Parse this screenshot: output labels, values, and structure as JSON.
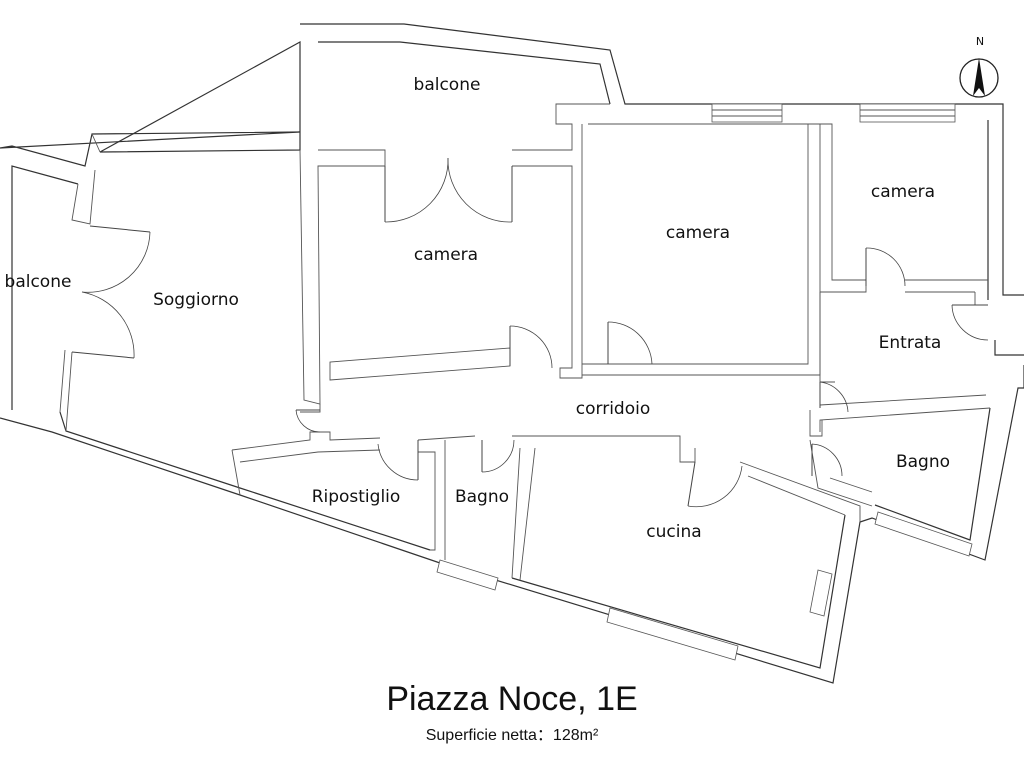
{
  "plan": {
    "compass": {
      "letter": "N",
      "icon": "north-arrow-icon"
    },
    "rooms": [
      {
        "id": "balcone-top",
        "label": "balcone"
      },
      {
        "id": "balcone-left",
        "label": "balcone"
      },
      {
        "id": "soggiorno",
        "label": "Soggiorno"
      },
      {
        "id": "camera-1",
        "label": "camera"
      },
      {
        "id": "camera-2",
        "label": "camera"
      },
      {
        "id": "camera-3",
        "label": "camera"
      },
      {
        "id": "entrata",
        "label": "Entrata"
      },
      {
        "id": "corridoio",
        "label": "corridoio"
      },
      {
        "id": "ripostiglio",
        "label": "Ripostiglio"
      },
      {
        "id": "bagno-1",
        "label": "Bagno"
      },
      {
        "id": "bagno-2",
        "label": "Bagno"
      },
      {
        "id": "cucina",
        "label": "cucina"
      }
    ]
  },
  "footer": {
    "address": "Piazza Noce, 1E",
    "surface_label": "Superficie netta",
    "surface_sep": "：",
    "surface_value": "128m²"
  }
}
